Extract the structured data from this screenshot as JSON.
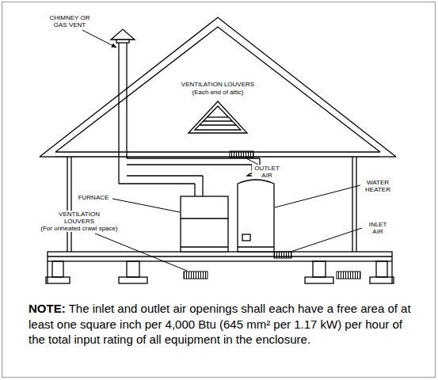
{
  "diagram": {
    "labels": [
      "CHIMNEY OR GAS VENT",
      "VENTILATION LOUVERS",
      "(Each end of attic)",
      "OUTLET AIR",
      "FURNACE",
      "WATER HEATER",
      "VENTILATION LOUVERS",
      "(For unheated crawl space)",
      "INLET AIR",
      "NOTE:",
      "The inlet and outlet air openings shall each have a free area of at least one square inch per 4,000 Btu (645 mm² per 1.17 kW) per hour of the total input rating of all equipment in the enclosure."
    ]
  }
}
